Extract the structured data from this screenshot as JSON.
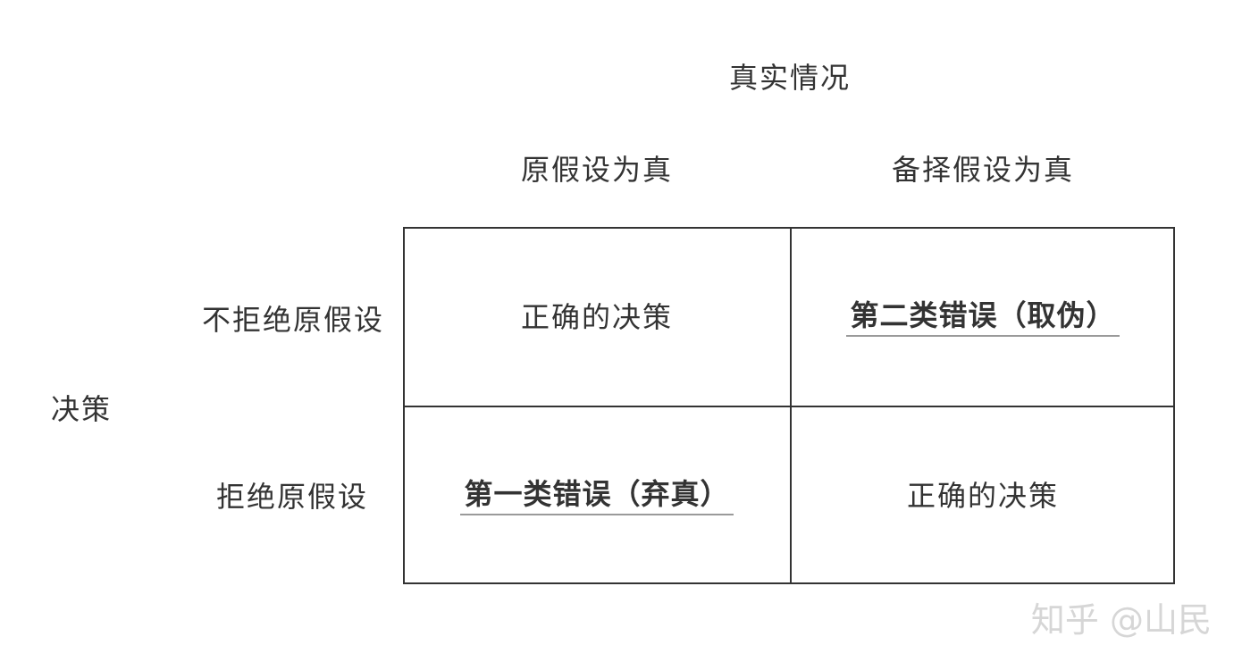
{
  "header": {
    "reality_title": "真实情况",
    "col_null_true": "原假设为真",
    "col_alt_true": "备择假设为真"
  },
  "rows": {
    "decision_title": "决策",
    "row_not_reject": "不拒绝原假设",
    "row_reject": "拒绝原假设"
  },
  "cells": {
    "not_reject_null_true": "正确的决策",
    "not_reject_alt_true": "第二类错误（取伪）",
    "reject_null_true": "第一类错误（弃真）",
    "reject_alt_true": "正确的决策"
  },
  "watermark": "知乎 @山民"
}
